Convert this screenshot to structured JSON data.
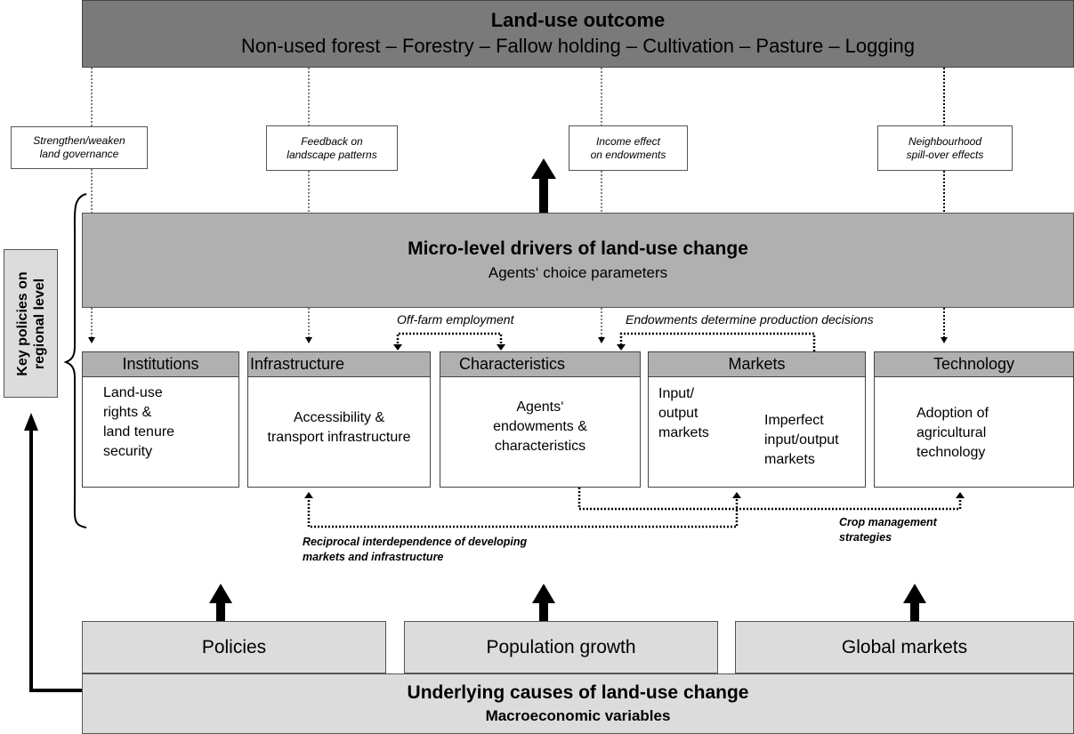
{
  "outcome": {
    "title": "Land-use outcome",
    "subtitle": "Non-used forest – Forestry – Fallow holding – Cultivation – Pasture – Logging"
  },
  "feedback_notes": [
    {
      "line1": "Strengthen/weaken",
      "line2": "land governance"
    },
    {
      "line1": "Feedback on",
      "line2": "landscape patterns"
    },
    {
      "line1": "Income effect",
      "line2": "on endowments"
    },
    {
      "line1": "Neighbourhood",
      "line2": "spill-over effects"
    }
  ],
  "key_policies": {
    "line1": "Key policies on",
    "line2": "regional level"
  },
  "micro": {
    "title": "Micro-level drivers of land-use change",
    "subtitle": "Agents‘ choice parameters"
  },
  "flow_labels": {
    "off_farm": "Off-farm employment",
    "endowments": "Endowments determine production decisions",
    "reciprocal_1": "Reciprocal interdependence of developing",
    "reciprocal_2": "markets and infrastructure",
    "crop_1": "Crop management",
    "crop_2": "strategies"
  },
  "categories": {
    "institutions": {
      "header": "Institutions",
      "lines": [
        "Land-use",
        "rights &",
        "land tenure",
        "security"
      ]
    },
    "infrastructure": {
      "header": "Infrastructure",
      "lines": [
        "Accessibility &",
        "transport infrastructure"
      ]
    },
    "characteristics": {
      "header": "Characteristics",
      "lines": [
        "Agents‘",
        "endowments &",
        "characteristics"
      ]
    },
    "markets": {
      "header": "Markets",
      "left_lines": [
        "Input/",
        "output",
        "markets"
      ],
      "right_lines": [
        "Imperfect",
        "input/output",
        "markets"
      ]
    },
    "technology": {
      "header": "Technology",
      "lines": [
        "Adoption of",
        "agricultural",
        "technology"
      ]
    }
  },
  "causes": {
    "items": [
      "Policies",
      "Population growth",
      "Global markets"
    ],
    "title": "Underlying causes of land-use change",
    "subtitle": "Macroeconomic variables"
  },
  "colors": {
    "dark_box": "#7a7a7a",
    "mid_box": "#b0b0b0",
    "light_box": "#dcdcdc",
    "line": "#000000"
  }
}
